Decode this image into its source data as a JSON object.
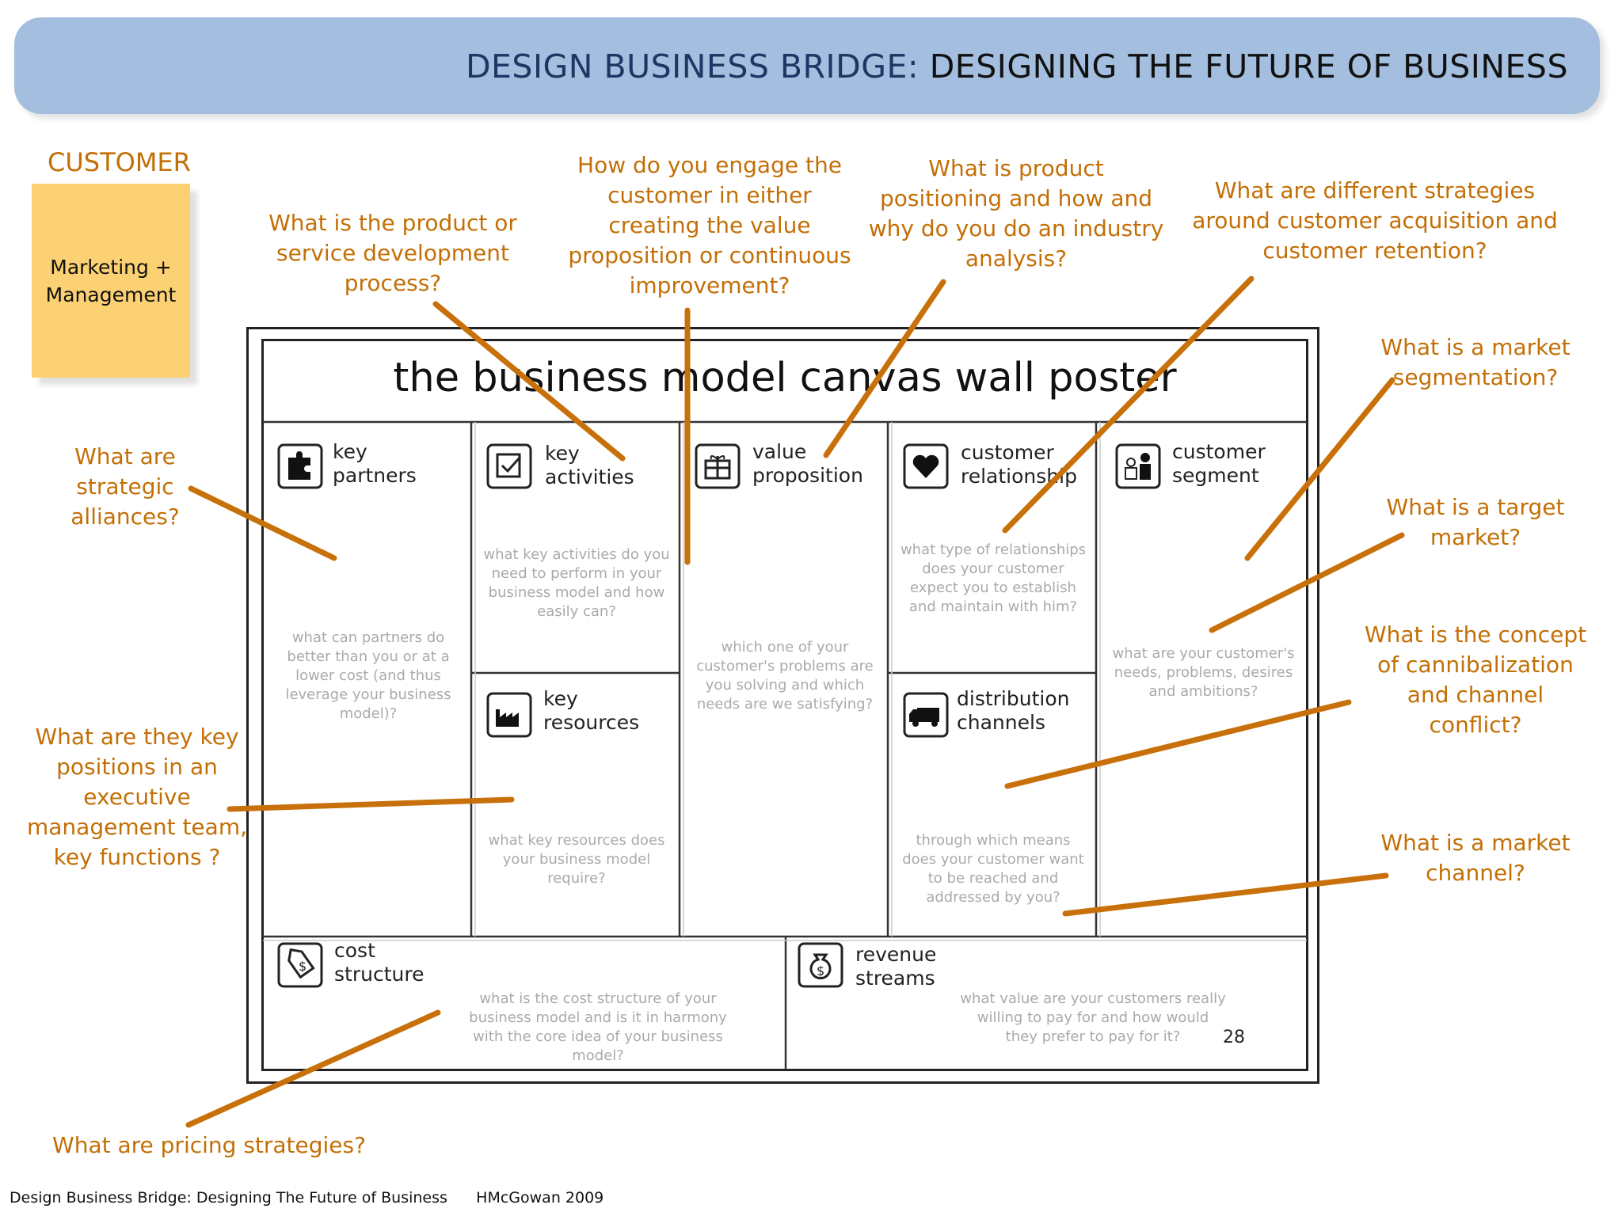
{
  "banner": {
    "title_highlight": "DESIGN BUSINESS BRIDGE:",
    "title_rest": "DESIGNING THE FUTURE OF BUSINESS"
  },
  "customer": {
    "label": "CUSTOMER",
    "sticky_line1": "Marketing +",
    "sticky_line2": "Management"
  },
  "questions": {
    "product_dev": [
      "What is the product or",
      "service development",
      "process?"
    ],
    "engage": [
      "How do you engage the",
      "customer in either",
      "creating the value",
      "proposition or continuous",
      "improvement?"
    ],
    "positioning": [
      "What is product",
      "positioning and how and",
      "why do you do an industry",
      "analysis?"
    ],
    "strategies": [
      "What are different strategies",
      "around customer acquisition and",
      "customer retention?"
    ],
    "segmentation": [
      "What is a market",
      "segmentation?"
    ],
    "alliances": [
      "What are",
      "strategic",
      "alliances?"
    ],
    "target": [
      "What is a target",
      "market?"
    ],
    "cannibalization": [
      "What is the concept",
      "of cannibalization",
      "and channel",
      "conflict?"
    ],
    "executive": [
      "What are they key",
      "positions in an",
      "executive",
      "management team,",
      "key functions ?"
    ],
    "market_channel": [
      "What is a market",
      "channel?"
    ],
    "pricing": [
      "What are pricing strategies?"
    ]
  },
  "poster": {
    "title": "the business model canvas wall poster",
    "page_number": "28",
    "cells": {
      "key_partners": {
        "title": [
          "key",
          "partners"
        ],
        "desc": [
          "what can partners do",
          "better than you or at a",
          "lower cost (and thus",
          "leverage your business",
          "model)?"
        ]
      },
      "key_activities": {
        "title": [
          "key",
          "activities"
        ],
        "desc": [
          "what key activities do you",
          "need to perform in your",
          "business model and how",
          "easily can?"
        ]
      },
      "value_proposition": {
        "title": [
          "value",
          "proposition"
        ],
        "desc": [
          "which one of your",
          "customer's problems are",
          "you solving and which",
          "needs are we satisfying?"
        ]
      },
      "customer_relationship": {
        "title": [
          "customer",
          "relationship"
        ],
        "desc": [
          "what type of relationships",
          "does your customer",
          "expect you to establish",
          "and maintain with him?"
        ]
      },
      "customer_segment": {
        "title": [
          "customer",
          "segment"
        ],
        "desc": [
          "what are your customer's",
          "needs, problems, desires",
          "and ambitions?"
        ]
      },
      "key_resources": {
        "title": [
          "key",
          "resources"
        ],
        "desc": [
          "what key resources does",
          "your business model",
          "require?"
        ]
      },
      "distribution_channels": {
        "title": [
          "distribution",
          "channels"
        ],
        "desc": [
          "through which means",
          "does your customer want",
          "to be reached and",
          "addressed by you?"
        ]
      },
      "cost_structure": {
        "title": [
          "cost",
          "structure"
        ],
        "desc": [
          "what is the cost structure of your",
          "business model and is it in harmony",
          "with the core idea of your business",
          "model?"
        ]
      },
      "revenue_streams": {
        "title": [
          "revenue",
          "streams"
        ],
        "desc": [
          "what value are your customers really",
          "willing to pay for and how would",
          "they prefer to pay for it?"
        ]
      }
    }
  },
  "footer": {
    "left": "Design Business Bridge: Designing The Future of Business",
    "right": "HMcGowan 2009"
  },
  "colors": {
    "banner": "#a3bede",
    "question": "#c36f06",
    "sticky": "#fcd173",
    "line": "#c8700a"
  }
}
